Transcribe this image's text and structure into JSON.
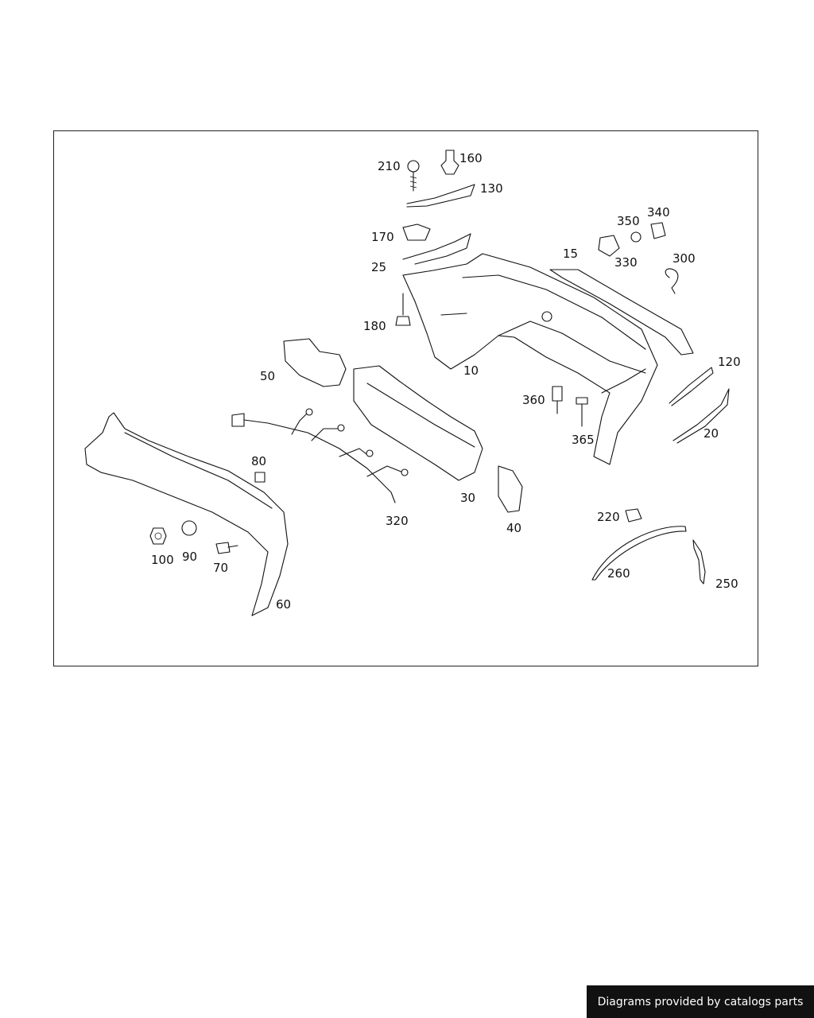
{
  "callouts": {
    "c10": "10",
    "c15": "15",
    "c20": "20",
    "c25": "25",
    "c30": "30",
    "c40": "40",
    "c50": "50",
    "c60": "60",
    "c70": "70",
    "c80": "80",
    "c90": "90",
    "c100": "100",
    "c120": "120",
    "c130": "130",
    "c160": "160",
    "c170": "170",
    "c180": "180",
    "c210": "210",
    "c220": "220",
    "c250": "250",
    "c260": "260",
    "c300": "300",
    "c320": "320",
    "c330": "330",
    "c340": "340",
    "c350": "350",
    "c360": "360",
    "c365": "365"
  },
  "footer": {
    "text": "Diagrams provided by catalogs parts"
  },
  "colors": {
    "line": "#111111",
    "background": "#ffffff",
    "badge": "#111111"
  }
}
